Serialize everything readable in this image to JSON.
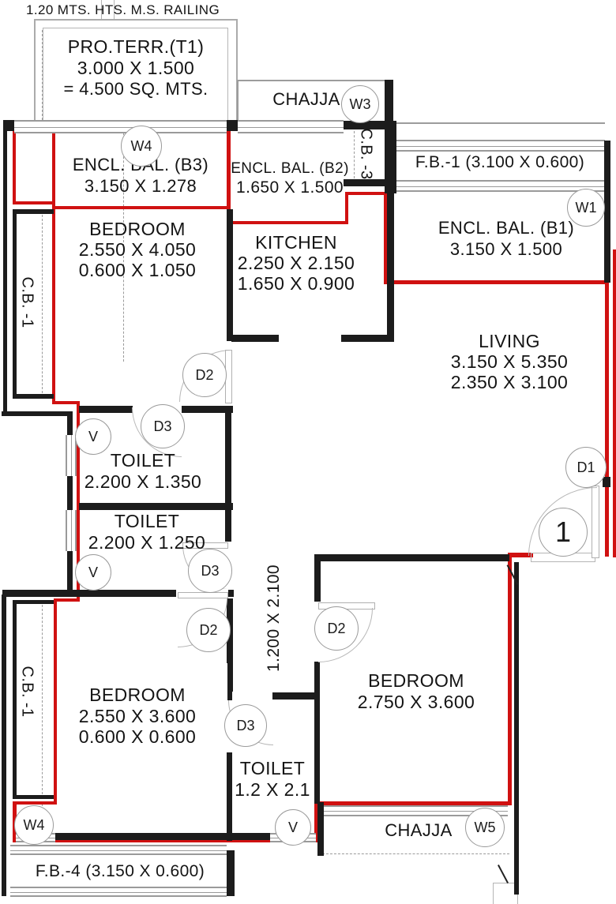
{
  "colors": {
    "wall": "#1c1c1c",
    "unit_boundary_red": "#d01111",
    "outline_gray": "#9a9a9a",
    "text": "#141414"
  },
  "notes": {
    "railing": "1.20 MTS. HTS. M.S. RAILING"
  },
  "rooms": {
    "terrace": {
      "l1": "PRO.TERR.(T1)",
      "l2": "3.000 X 1.500",
      "l3": "= 4.500 SQ. MTS."
    },
    "chajja_top": {
      "l1": "CHAJJA"
    },
    "encl_bal_b3": {
      "l1": "ENCL. BAL. (B3)",
      "l2": "3.150 X 1.278"
    },
    "encl_bal_b2": {
      "l1": "ENCL. BAL. (B2)",
      "l2": "1.650 X 1.500"
    },
    "fb1": {
      "l1": "F.B.-1 (3.100 X 0.600)"
    },
    "encl_bal_b1": {
      "l1": "ENCL. BAL. (B1)",
      "l2": "3.150 X 1.500"
    },
    "bedroom1": {
      "l1": "BEDROOM",
      "l2": "2.550 X 4.050",
      "l3": "0.600 X 1.050"
    },
    "kitchen": {
      "l1": "KITCHEN",
      "l2": "2.250 X 2.150",
      "l3": "1.650 X 0.900"
    },
    "living": {
      "l1": "LIVING",
      "l2": "3.150 X 5.350",
      "l3": "2.350 X 3.100"
    },
    "cb1_upper": {
      "l1": "C.B. -1"
    },
    "cb1_lower": {
      "l1": "C.B. -1"
    },
    "cb3": {
      "l1": "C.B. -3"
    },
    "toilet1": {
      "l1": "TOILET",
      "l2": "2.200 X 1.350"
    },
    "toilet2": {
      "l1": "TOILET",
      "l2": "2.200 X 1.250"
    },
    "passage": {
      "l1": "1.200 X 2.100"
    },
    "bedroom2": {
      "l1": "BEDROOM",
      "l2": "2.550 X 3.600",
      "l3": "0.600 X 0.600"
    },
    "bedroom3": {
      "l1": "BEDROOM",
      "l2": "2.750 X 3.600"
    },
    "toilet3": {
      "l1": "TOILET",
      "l2": "1.2 X 2.1"
    },
    "chajja_bottom": {
      "l1": "CHAJJA"
    },
    "fb4": {
      "l1": "F.B.-4 (3.150 X 0.600)"
    }
  },
  "markers": {
    "window_w4_top": "W4",
    "window_w3": "W3",
    "window_w1": "W1",
    "window_w4_bottom": "W4",
    "window_w5": "W5",
    "vent_1": "V",
    "vent_2": "V",
    "vent_3": "V",
    "door_d1": "D1",
    "door_d2_kitchen_lobby": "D2",
    "door_d2_bedroom2": "D2",
    "door_d2_bedroom3": "D2",
    "door_d3_toilet1": "D3",
    "door_d3_toilet2": "D3",
    "door_d3_toilet3": "D3",
    "unit_number": "1"
  }
}
